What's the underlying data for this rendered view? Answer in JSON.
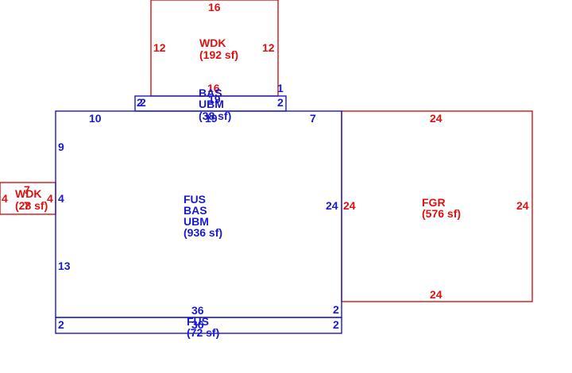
{
  "colors": {
    "main_structure": "#1a1acc",
    "attached_areas": "#dd1111",
    "background": "#ffffff"
  },
  "areas": {
    "main": {
      "codes": [
        "FUS",
        "BAS",
        "UBM"
      ],
      "size": "(936 sf)",
      "dims": {
        "top_left": "10",
        "top_right": "7",
        "left_upper": "9",
        "left_mid": "4",
        "left_lower": "13",
        "right": "24",
        "bottom": "36"
      }
    },
    "top_strip": {
      "codes": [
        "BAS",
        "UBM"
      ],
      "size": "(38 sf)",
      "dims": {
        "left_a": "2",
        "left_b": "2",
        "right": "2",
        "top_right": "1",
        "top": "16",
        "top_overlap": "19",
        "bottom": "19"
      }
    },
    "bottom_strip": {
      "codes": [
        "FUS"
      ],
      "size": "(72 sf)",
      "dims": {
        "left": "2",
        "right_upper": "2",
        "right": "2",
        "bottom": "36"
      }
    },
    "upper_deck": {
      "code": "WDK",
      "size": "(192 sf)",
      "dims": {
        "top": "16",
        "left": "12",
        "right": "12",
        "bottom": "16"
      }
    },
    "left_deck": {
      "code": "WDK",
      "size": "(28 sf)",
      "dims": {
        "top": "7",
        "left": "4",
        "right": "4",
        "bottom": "7"
      }
    },
    "garage": {
      "code": "FGR",
      "size": "(576 sf)",
      "dims": {
        "top": "24",
        "left": "24",
        "right": "24",
        "bottom": "24"
      }
    }
  }
}
